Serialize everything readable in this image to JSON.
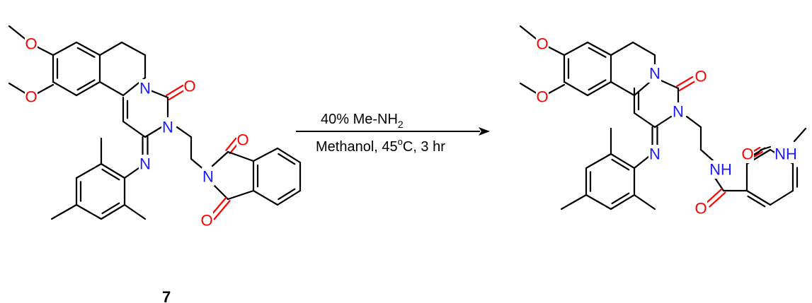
{
  "reaction": {
    "reagent_prefix": "40% Me-NH",
    "reagent_subscript": "2",
    "conditions_part1": "Methanol, 45",
    "conditions_sup": "o",
    "conditions_part2": "C, 3 hr"
  },
  "starting_material": {
    "compound_number": "7"
  },
  "atom_labels": {
    "O": "O",
    "N": "N",
    "NH": "NH"
  },
  "colors": {
    "oxygen": "#ff0000",
    "nitrogen": "#1a1aff",
    "bond": "#000000",
    "background": "#ffffff"
  }
}
